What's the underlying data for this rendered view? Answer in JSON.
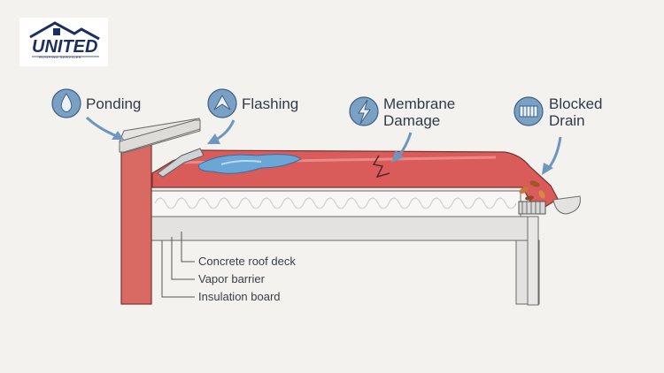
{
  "logo": {
    "word": "UNITED",
    "subtitle": "ROOFING SERVICES",
    "icon": "house-roof-logo-icon"
  },
  "callouts": [
    {
      "label": "Ponding",
      "icon": "water-drop-icon"
    },
    {
      "label": "Flashing",
      "icon": "flashing-corner-icon"
    },
    {
      "label": "Membrane\nDamage",
      "icon": "lightning-crack-icon"
    },
    {
      "label": "Blocked\nDrain",
      "icon": "drain-grate-icon"
    }
  ],
  "layers": [
    {
      "label": "Concrete roof deck"
    },
    {
      "label": "Vapor barrier"
    },
    {
      "label": "Insulation board"
    }
  ],
  "colors": {
    "membrane": "#d95b5a",
    "parapet": "#d96a63",
    "water": "#6aa6d6",
    "icon_circle": "#7aa0c4",
    "arrow": "#6f96bf",
    "concrete": "#e2e1df"
  }
}
